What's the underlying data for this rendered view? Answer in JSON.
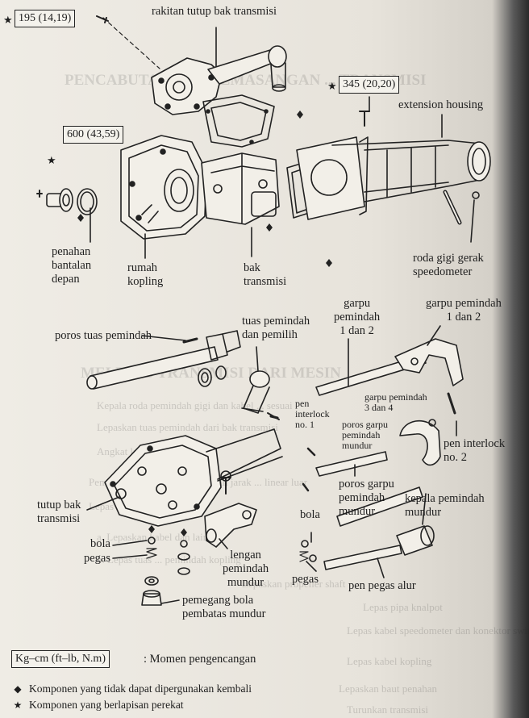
{
  "torque_boxes": {
    "b195": "195 (14,19)",
    "b345": "345 (20,20)",
    "b600": "600 (43,59)"
  },
  "marks": {
    "star": "★",
    "diamond": "◆"
  },
  "labels": {
    "rakitan": "rakitan tutup bak transmisi",
    "extension": "extension housing",
    "penahan": [
      "penahan",
      "bantalan",
      "depan"
    ],
    "rumah": [
      "rumah",
      "kopling"
    ],
    "bak": [
      "bak",
      "transmisi"
    ],
    "roda": [
      "roda gigi gerak",
      "speedometer"
    ],
    "garpu12a": [
      "garpu",
      "pemindah",
      "1 dan 2"
    ],
    "garpu12b": [
      "garpu pemindah",
      "1 dan 2"
    ],
    "poros_tuas": "poros tuas pemindah",
    "tuas_pemilih": [
      "tuas pemindah",
      "dan pemilih"
    ],
    "pen1": [
      "pen",
      "interlock",
      "no. 1"
    ],
    "garpu34": [
      "garpu pemindah",
      "3 dan 4"
    ],
    "poros_mundur_sm": [
      "poros garpu",
      "pemindah",
      "mundur"
    ],
    "pen2": [
      "pen interlock",
      "no. 2"
    ],
    "tutup_bak": [
      "tutup bak",
      "transmisi"
    ],
    "poros_mundur": [
      "poros garpu",
      "pemindah",
      "mundur"
    ],
    "kepala": [
      "kepala pemindah",
      "mundur"
    ],
    "bola1": "bola",
    "pegas1": "pegas",
    "bola2": "bola",
    "lengan": [
      "lengan",
      "pemindah",
      "mundur"
    ],
    "pegas2": "pegas",
    "pen_pegas": "pen pegas alur",
    "pemegang": [
      "pemegang bola",
      "pembatas mundur"
    ]
  },
  "legend": {
    "unit_box": "Kg–cm (ft–lb, N.m)",
    "unit_desc": ": Momen pengencangan",
    "diamond_desc": "Komponen yang tidak dapat dipergunakan kembali",
    "star_desc": "Komponen yang berlapisan perekat"
  },
  "background_text": {
    "heading": "PENCABUTAN DAN PEMASANGAN ... TRANSMISI",
    "heading2": "MELEPAS TRANSMISI DARI MESIN",
    "lines": [
      "Kepala roda pemindah gigi dan kabel ... sesuai",
      "Lepaskan tuas pemindah dari bak transmisi",
      "Angkat kendaraan",
      "Pemindahan dilakukan ... dengan jarak ... linear luar",
      "Lepas alas dari pipa ...",
      "a. Lepaskan kabel dan lainnya",
      "b. Lepas tuas ... pemindah kopling",
      "Lepaskan propeller shaft",
      "Lepas pipa knalpot",
      "Lepas kabel speedometer dan konektor switch lampu mundur",
      "Lepas kabel kopling",
      "Lepaskan baut penahan",
      "Turunkan transmisi"
    ]
  }
}
